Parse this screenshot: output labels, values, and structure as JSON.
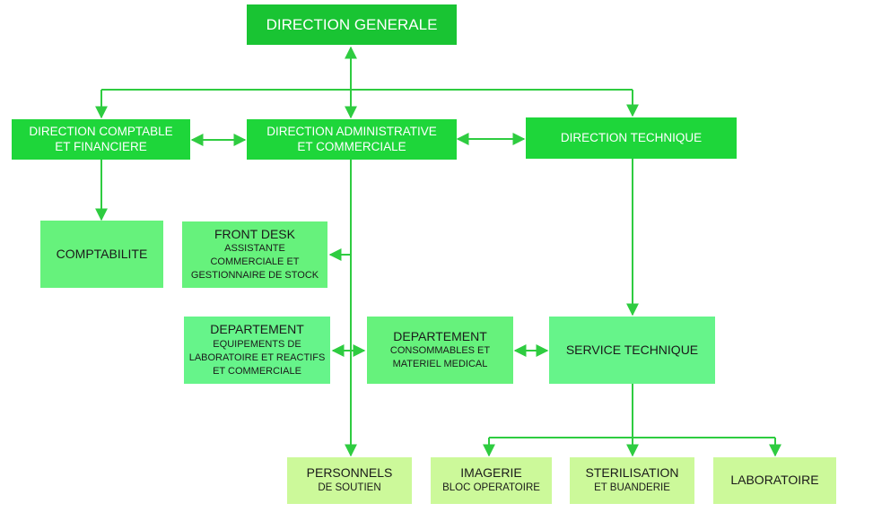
{
  "colors": {
    "connector": "#2ecc40",
    "level0": "#19c433",
    "level1": "#1ed63a",
    "level2": "#66f27c",
    "level3": "#ccf99a"
  },
  "org": {
    "direction_generale": "DIRECTION GENERALE",
    "dcf": {
      "line1": "DIRECTION COMPTABLE",
      "line2": "ET FINANCIERE"
    },
    "dac": {
      "line1": "DIRECTION ADMINISTRATIVE",
      "line2": "ET COMMERCIALE"
    },
    "dt": "DIRECTION TECHNIQUE",
    "comptabilite": "COMPTABILITE",
    "front_desk": {
      "title": "FRONT DESK",
      "line1": "ASSISTANTE",
      "line2": "COMMERCIALE ET",
      "line3": "GESTIONNAIRE DE STOCK"
    },
    "dep_equip": {
      "title": "DEPARTEMENT",
      "line1": "EQUIPEMENTS DE",
      "line2": "LABORATOIRE ET REACTIFS",
      "line3": "ET COMMERCIALE"
    },
    "dep_conso": {
      "title": "DEPARTEMENT",
      "line1": "CONSOMMABLES ET",
      "line2": "MATERIEL MEDICAL"
    },
    "service_technique": "SERVICE TECHNIQUE",
    "personnels": {
      "title": "PERSONNELS",
      "sub": "DE SOUTIEN"
    },
    "imagerie": {
      "title": "IMAGERIE",
      "sub": "BLOC OPERATOIRE"
    },
    "sterilisation": {
      "title": "STERILISATION",
      "sub": "ET BUANDERIE"
    },
    "laboratoire": "LABORATOIRE"
  }
}
